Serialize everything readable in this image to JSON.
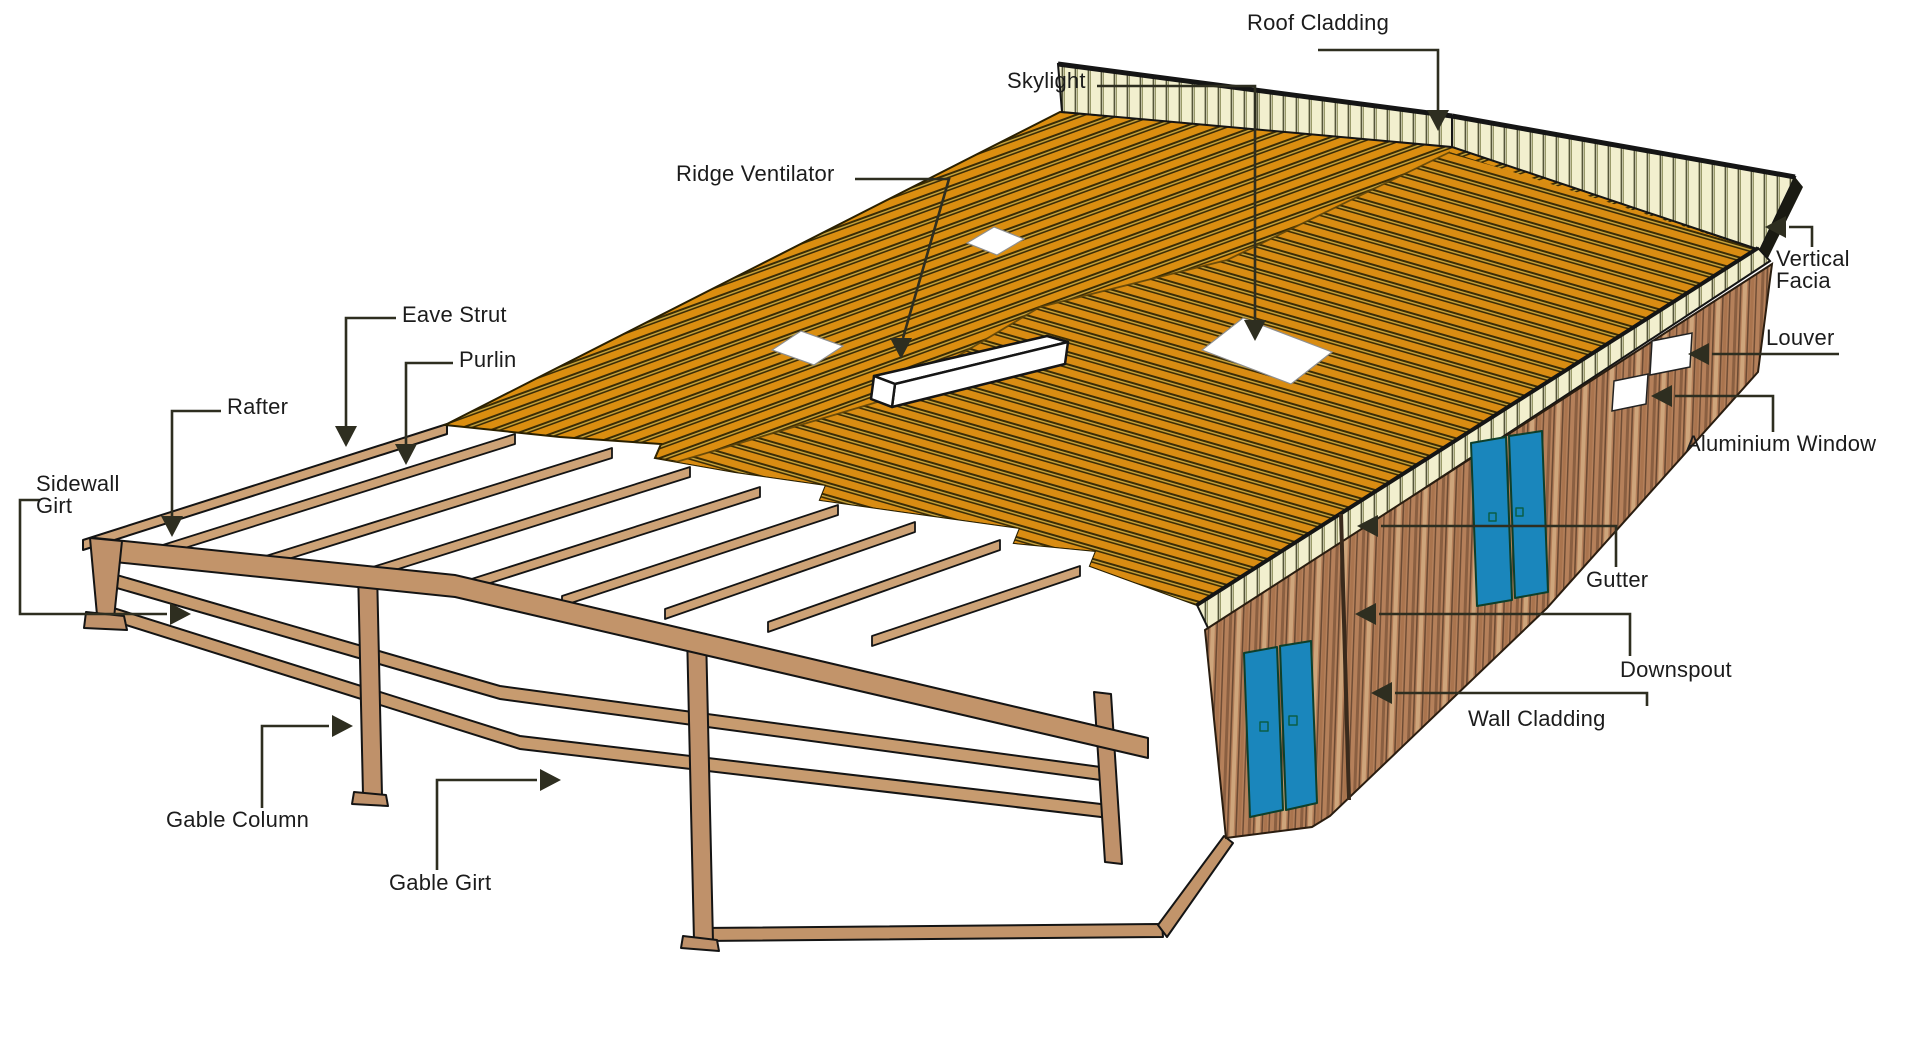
{
  "diagram": {
    "type": "labeled-illustration",
    "subject": "Pre-engineered steel building components",
    "labels": {
      "roof_cladding": "Roof Cladding",
      "skylight": "Skylight",
      "ridge_ventilator": "Ridge Ventilator",
      "eave_strut": "Eave Strut",
      "purlin": "Purlin",
      "rafter": "Rafter",
      "sidewall_girt": "Sidewall Girt",
      "gable_column": "Gable Column",
      "gable_girt": "Gable Girt",
      "vertical_facia": "Vertical Facia",
      "louver": "Louver",
      "aluminium_window": "Aluminium Window",
      "gutter": "Gutter",
      "downspout": "Downspout",
      "wall_cladding": "Wall Cladding"
    },
    "colors": {
      "background": "#FFFFFF",
      "roof_orange": "#DB8E10",
      "roof_stripe_dark": "#3A2C06",
      "roof_stripe_gold": "#C9A63E",
      "trim_cream": "#F2EFCE",
      "wall_brown": "#B5805A",
      "door_blue": "#1A86BC",
      "frame_tan": "#C79B6F",
      "leader_line": "#2E2E20",
      "text": "#1C1C1C"
    }
  }
}
